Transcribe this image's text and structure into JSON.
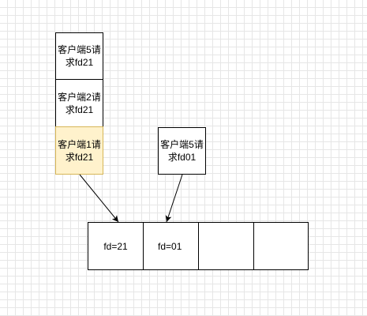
{
  "diagram": {
    "queue_requests": [
      {
        "label": "客户端5请\n求fd21",
        "highlighted": false
      },
      {
        "label": "客户端2请\n求fd21",
        "highlighted": false
      },
      {
        "label": "客户端1请\n求fd21",
        "highlighted": true
      }
    ],
    "single_request": {
      "label": "客户端5请\n求fd01"
    },
    "fd_slots": [
      {
        "label": "fd=21"
      },
      {
        "label": "fd=01"
      },
      {
        "label": ""
      },
      {
        "label": ""
      }
    ]
  },
  "colors": {
    "highlight_fill": "#fff2cc",
    "highlight_stroke": "#d6b656",
    "grid": "#e6e6e6"
  }
}
